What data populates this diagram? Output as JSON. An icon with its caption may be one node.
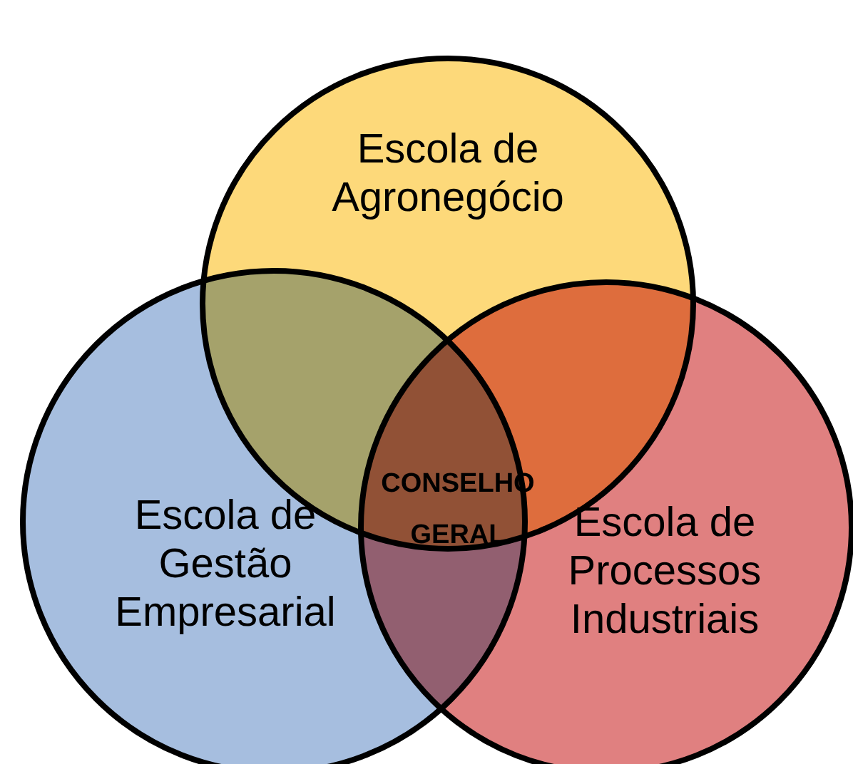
{
  "diagram": {
    "nodes": [
      {
        "text": [
          "Escola de Agronegócio"
        ]
      },
      {
        "text": [
          "Escola de Gestão Empresarial"
        ]
      },
      {
        "text": [
          "Escola de Processos Industriais"
        ]
      }
    ],
    "labels": [
      "CONSELHO GERAL"
    ]
  }
}
